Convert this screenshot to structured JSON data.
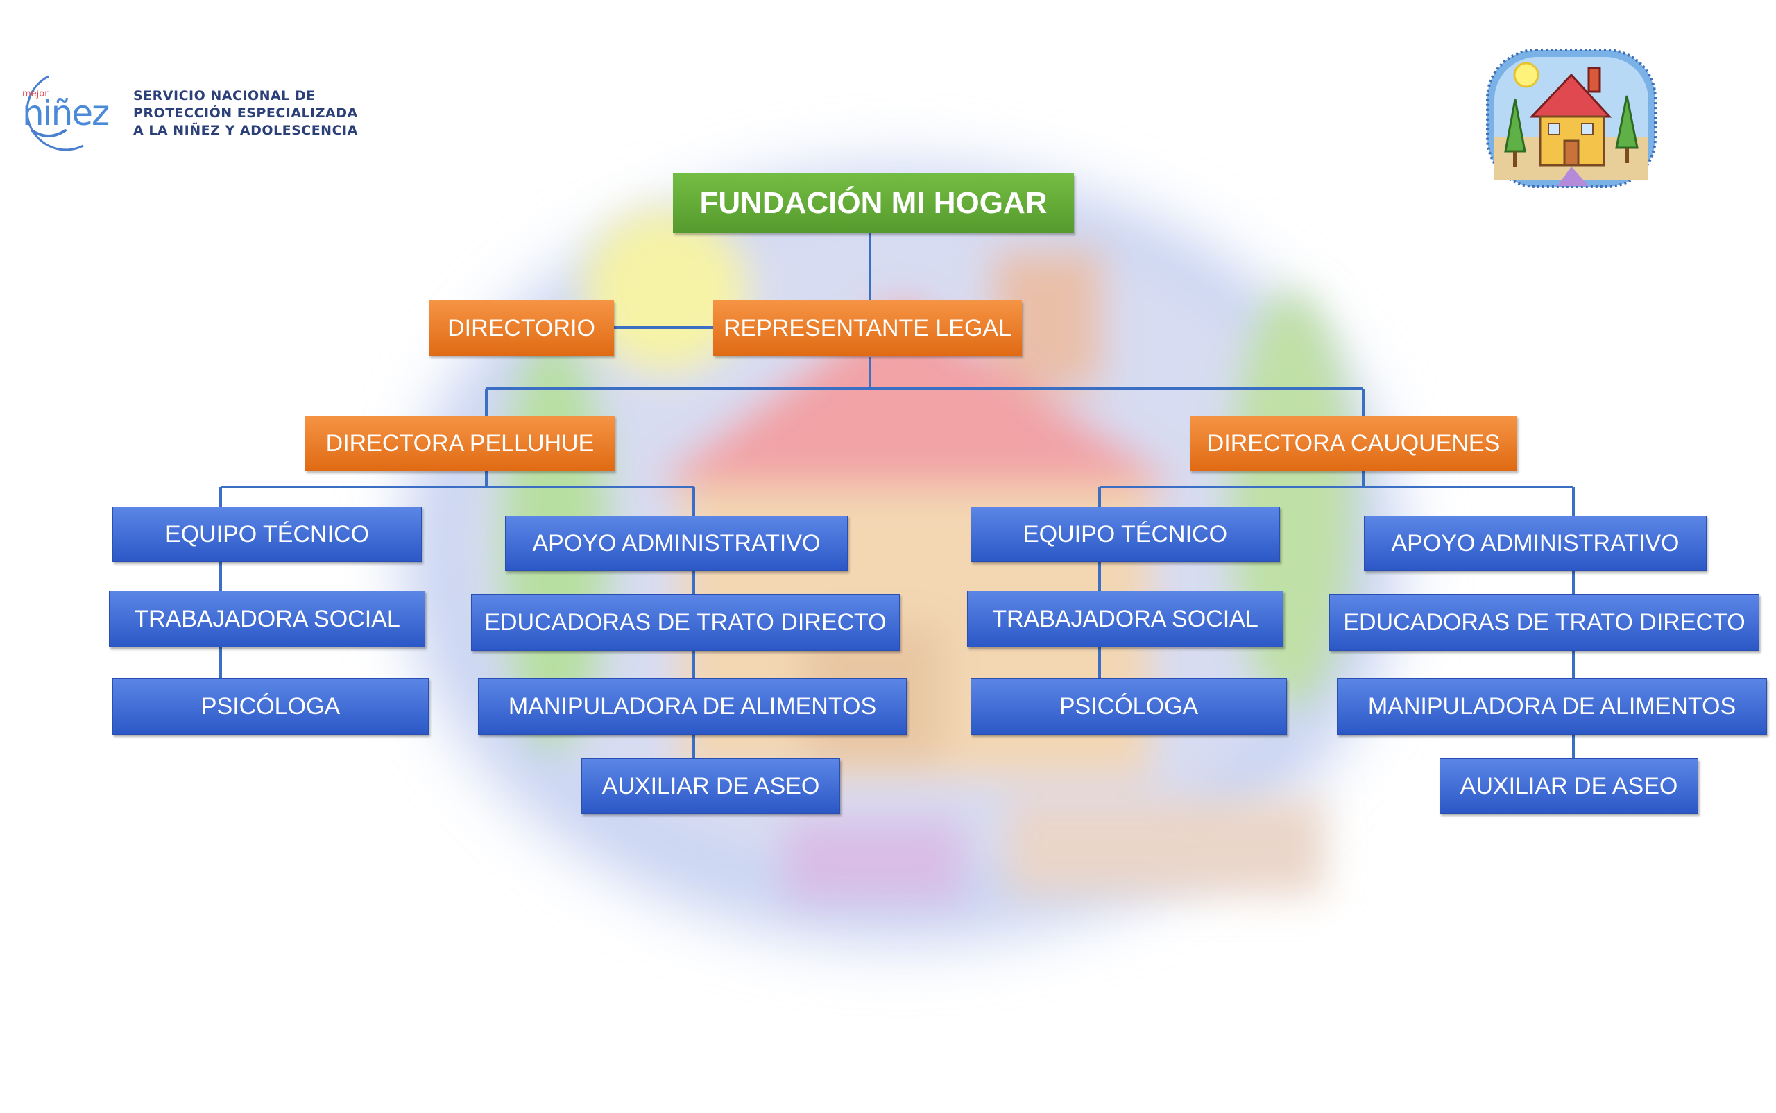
{
  "logo": {
    "mejor": "mejor",
    "ninez": "niñez",
    "line1": "SERVICIO NACIONAL DE",
    "line2": "PROTECCIÓN ESPECIALIZADA",
    "line3": "A LA NIÑEZ Y ADOLESCENCIA"
  },
  "org": {
    "root": "FUNDACIÓN MI HOGAR",
    "directorio": "DIRECTORIO",
    "representante": "REPRESENTANTE LEGAL",
    "left": {
      "director": "DIRECTORA PELLUHUE",
      "tecnico": [
        "EQUIPO TÉCNICO",
        "TRABAJADORA SOCIAL",
        "PSICÓLOGA"
      ],
      "admin": [
        "APOYO ADMINISTRATIVO",
        "EDUCADORAS DE TRATO DIRECTO",
        "MANIPULADORA DE ALIMENTOS",
        "AUXILIAR DE ASEO"
      ]
    },
    "right": {
      "director": "DIRECTORA CAUQUENES",
      "tecnico": [
        "EQUIPO TÉCNICO",
        "TRABAJADORA SOCIAL",
        "PSICÓLOGA"
      ],
      "admin": [
        "APOYO ADMINISTRATIVO",
        "EDUCADORAS DE TRATO DIRECTO",
        "MANIPULADORA DE ALIMENTOS",
        "AUXILIAR DE ASEO"
      ]
    }
  },
  "colors": {
    "root": "#5fa835",
    "level2": "#ec7a23",
    "level3": "#3a66d4",
    "connector": "#3a6fc4"
  }
}
